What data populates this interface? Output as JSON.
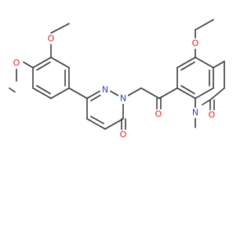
{
  "molecule": {
    "atoms": [
      {
        "id": "o_meo1",
        "text": "O",
        "color": "#e0221a"
      },
      {
        "id": "o_meo2",
        "text": "O",
        "color": "#e0221a"
      },
      {
        "id": "n_pyr1",
        "text": "N",
        "color": "#2d3ec8"
      },
      {
        "id": "n_pyr2",
        "text": "N",
        "color": "#2d3ec8"
      },
      {
        "id": "o_pyr",
        "text": "O",
        "color": "#e0221a"
      },
      {
        "id": "o_ketone",
        "text": "O",
        "color": "#e0221a"
      },
      {
        "id": "o_ring",
        "text": "O",
        "color": "#e0221a"
      },
      {
        "id": "o_lactam",
        "text": "O",
        "color": "#e0221a"
      },
      {
        "id": "n_lactam",
        "text": "N",
        "color": "#2d3ec8"
      }
    ]
  }
}
